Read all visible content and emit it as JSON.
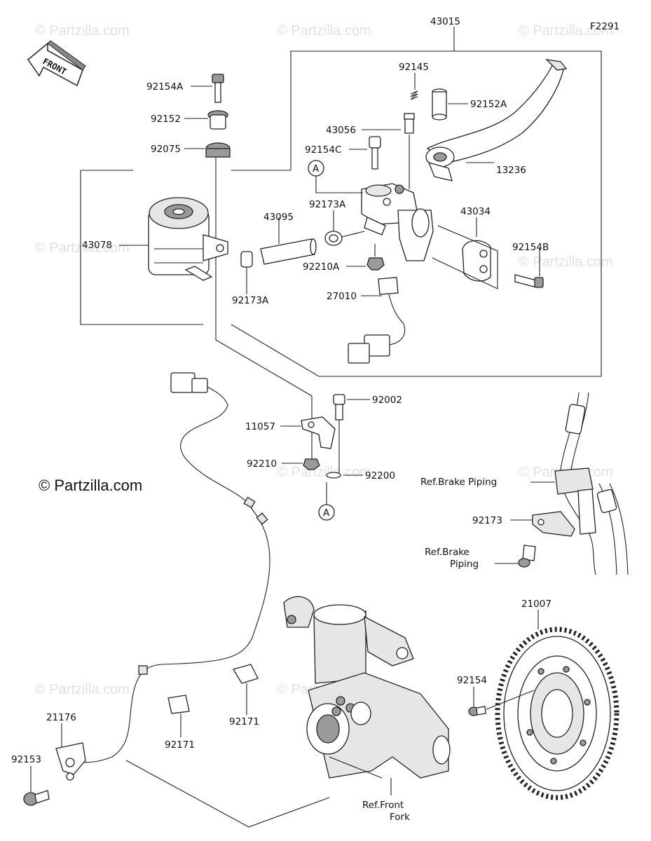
{
  "figure_code": "F2291",
  "front_label": "FRONT",
  "copyright": "© Partzilla.com",
  "watermark": "© Partzilla.com",
  "ref_labels": {
    "brake_piping_1": "Ref.Brake Piping",
    "brake_piping_2_line1": "Ref.Brake",
    "brake_piping_2_line2": "Piping",
    "front_fork_line1": "Ref.Front",
    "front_fork_line2": "Fork"
  },
  "callout_marker": "A",
  "part_numbers": {
    "p43015": "43015",
    "p92145": "92145",
    "p92152A": "92152A",
    "p43056": "43056",
    "p92154C": "92154C",
    "p13236": "13236",
    "p92173A_top": "92173A",
    "p43095": "43095",
    "p43034": "43034",
    "p92154B": "92154B",
    "p43078": "43078",
    "p92210A": "92210A",
    "p92173A_bottom": "92173A",
    "p27010": "27010",
    "p92154A": "92154A",
    "p92152": "92152",
    "p92075": "92075",
    "p92002": "92002",
    "p11057": "11057",
    "p92210": "92210",
    "p92200": "92200",
    "p92173": "92173",
    "p21007": "21007",
    "p92154": "92154",
    "p92171_right": "92171",
    "p92171_left": "92171",
    "p21176": "21176",
    "p92153": "92153"
  }
}
